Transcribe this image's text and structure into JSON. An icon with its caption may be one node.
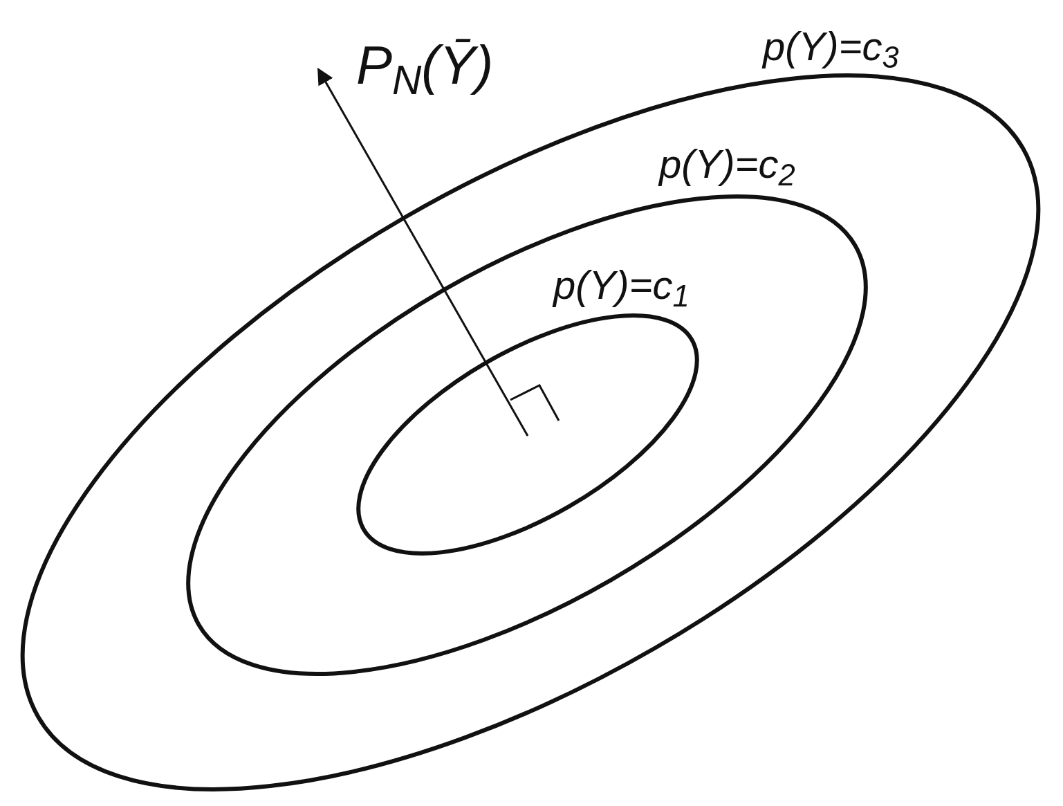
{
  "diagram": {
    "labels": [
      "P$_{N}$(Ȳ)",
      "p(Y)=c$_{3}$",
      "p(Y)=c$_{2}$",
      "p(Y)=c$_{1}$"
    ]
  }
}
